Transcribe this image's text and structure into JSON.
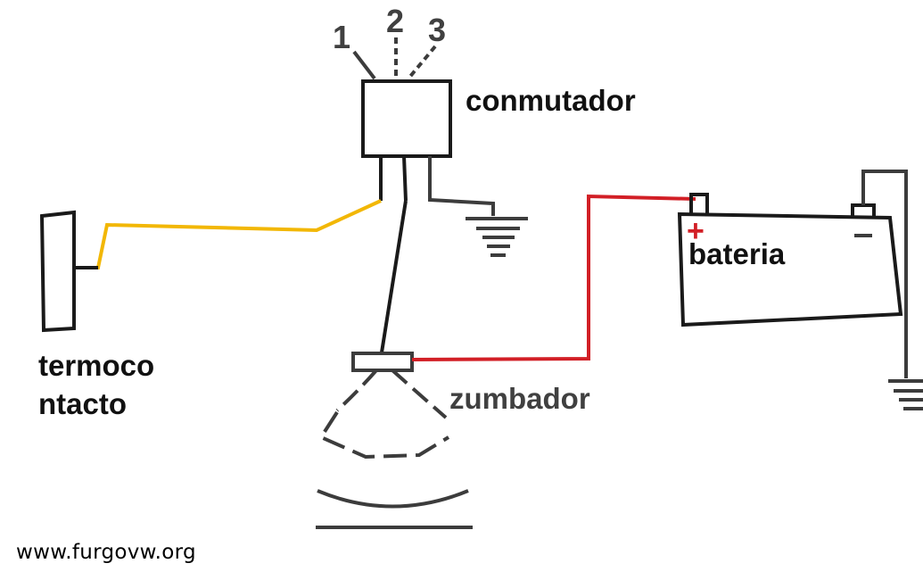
{
  "colors": {
    "black_wire": "#1a1a1a",
    "yellow_wire": "#f2b705",
    "red_wire": "#d21f26",
    "gray_wire": "#3c3c3c",
    "label_dark": "#111111",
    "label_gray": "#404040"
  },
  "switch": {
    "label": "conmutador",
    "pins": [
      "1",
      "2",
      "3"
    ]
  },
  "thermo": {
    "label_line1": "termoco",
    "label_line2": "ntacto"
  },
  "battery": {
    "label": "bateria",
    "plus": "+",
    "minus": "−"
  },
  "buzzer": {
    "label": "zumbador"
  },
  "watermark": "www.furgovw.org"
}
